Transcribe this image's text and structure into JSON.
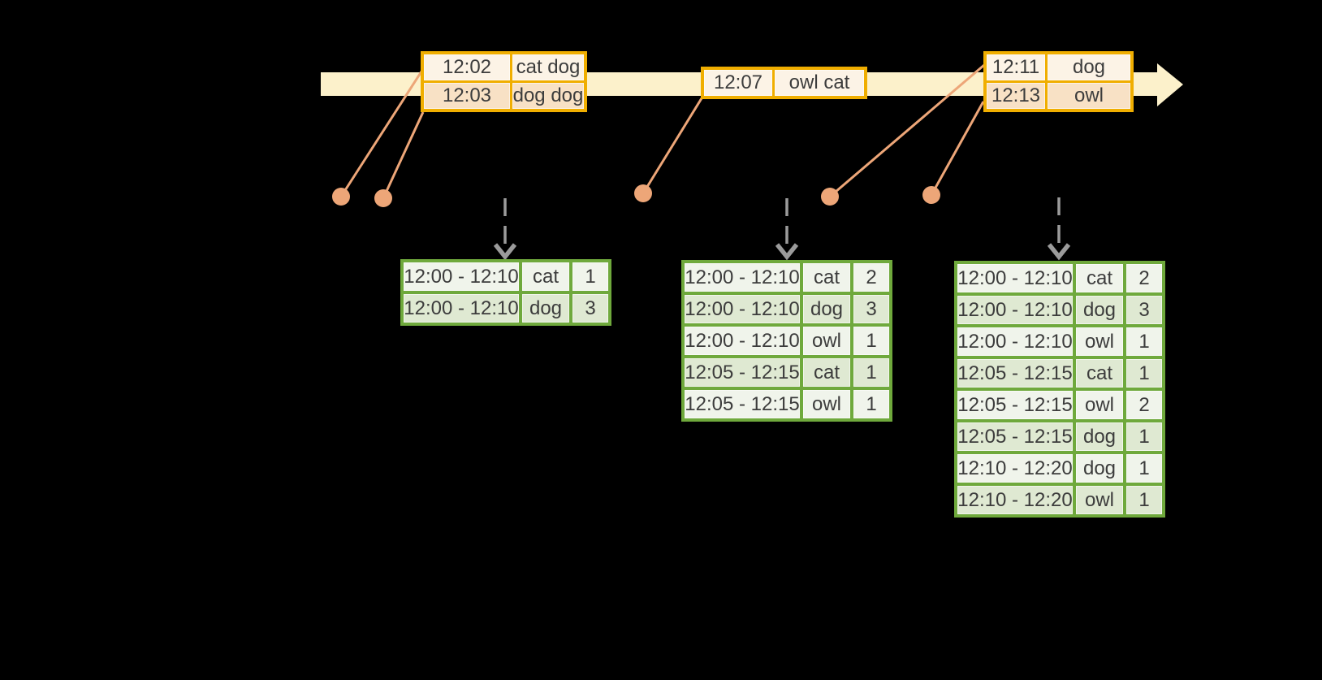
{
  "colors": {
    "background": "#000000",
    "band": "#FCF1CB",
    "gold": "#F0AE00",
    "peach-dark": "#F8E1C5",
    "peach-light": "#FCF3E6",
    "salmon": "#EDA678",
    "green": "#6FA93C",
    "green-dark": "#DFE9D2",
    "green-light": "#F0F4EB",
    "arrow-gray": "#9B9B9B",
    "text": "#3C3C3C"
  },
  "event_tables": [
    {
      "rows": [
        {
          "time": "12:02",
          "words": "cat dog"
        },
        {
          "time": "12:03",
          "words": "dog dog"
        }
      ]
    },
    {
      "rows": [
        {
          "time": "12:07",
          "words": "owl cat"
        }
      ]
    },
    {
      "rows": [
        {
          "time": "12:11",
          "words": "dog"
        },
        {
          "time": "12:13",
          "words": "owl"
        }
      ]
    }
  ],
  "result_tables": [
    {
      "rows": [
        {
          "window": "12:00 - 12:10",
          "word": "cat",
          "count": "1"
        },
        {
          "window": "12:00 - 12:10",
          "word": "dog",
          "count": "3"
        }
      ]
    },
    {
      "rows": [
        {
          "window": "12:00 - 12:10",
          "word": "cat",
          "count": "2"
        },
        {
          "window": "12:00 - 12:10",
          "word": "dog",
          "count": "3"
        },
        {
          "window": "12:00 - 12:10",
          "word": "owl",
          "count": "1"
        },
        {
          "window": "12:05 - 12:15",
          "word": "cat",
          "count": "1"
        },
        {
          "window": "12:05 - 12:15",
          "word": "owl",
          "count": "1"
        }
      ]
    },
    {
      "rows": [
        {
          "window": "12:00 - 12:10",
          "word": "cat",
          "count": "2"
        },
        {
          "window": "12:00 - 12:10",
          "word": "dog",
          "count": "3"
        },
        {
          "window": "12:00 - 12:10",
          "word": "owl",
          "count": "1"
        },
        {
          "window": "12:05 - 12:15",
          "word": "cat",
          "count": "1"
        },
        {
          "window": "12:05 - 12:15",
          "word": "owl",
          "count": "2"
        },
        {
          "window": "12:05 - 12:15",
          "word": "dog",
          "count": "1"
        },
        {
          "window": "12:10 - 12:20",
          "word": "dog",
          "count": "1"
        },
        {
          "window": "12:10 - 12:20",
          "word": "owl",
          "count": "1"
        }
      ]
    }
  ]
}
